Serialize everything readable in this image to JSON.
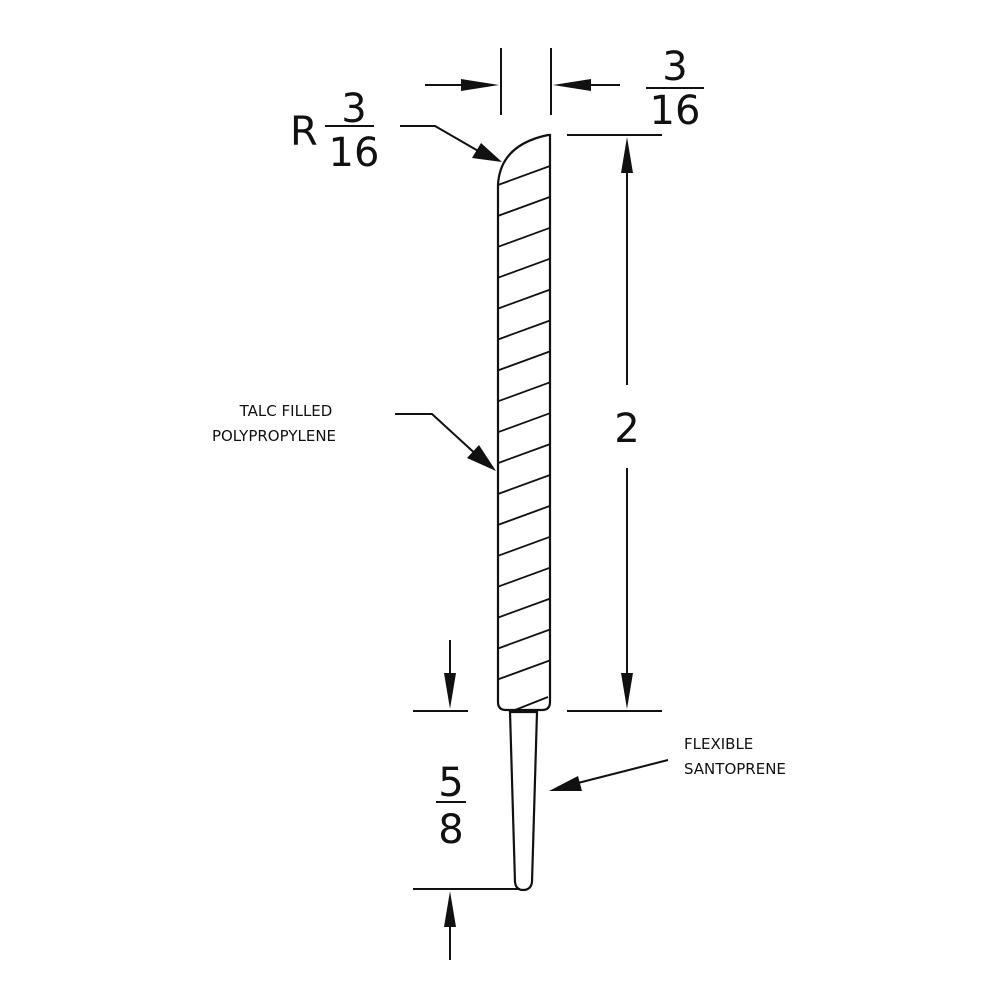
{
  "dimensions": {
    "width": {
      "numerator": "3",
      "denominator": "16"
    },
    "radius": {
      "prefix": "R",
      "numerator": "3",
      "denominator": "16"
    },
    "height": "2",
    "tip": {
      "numerator": "5",
      "denominator": "8"
    }
  },
  "labels": {
    "body_line1": "TALC FILLED",
    "body_line2": "POLYPROPYLENE",
    "tip_line1": "FLEXIBLE",
    "tip_line2": "SANTOPRENE"
  },
  "colors": {
    "line": "#111111",
    "background": "#ffffff"
  }
}
